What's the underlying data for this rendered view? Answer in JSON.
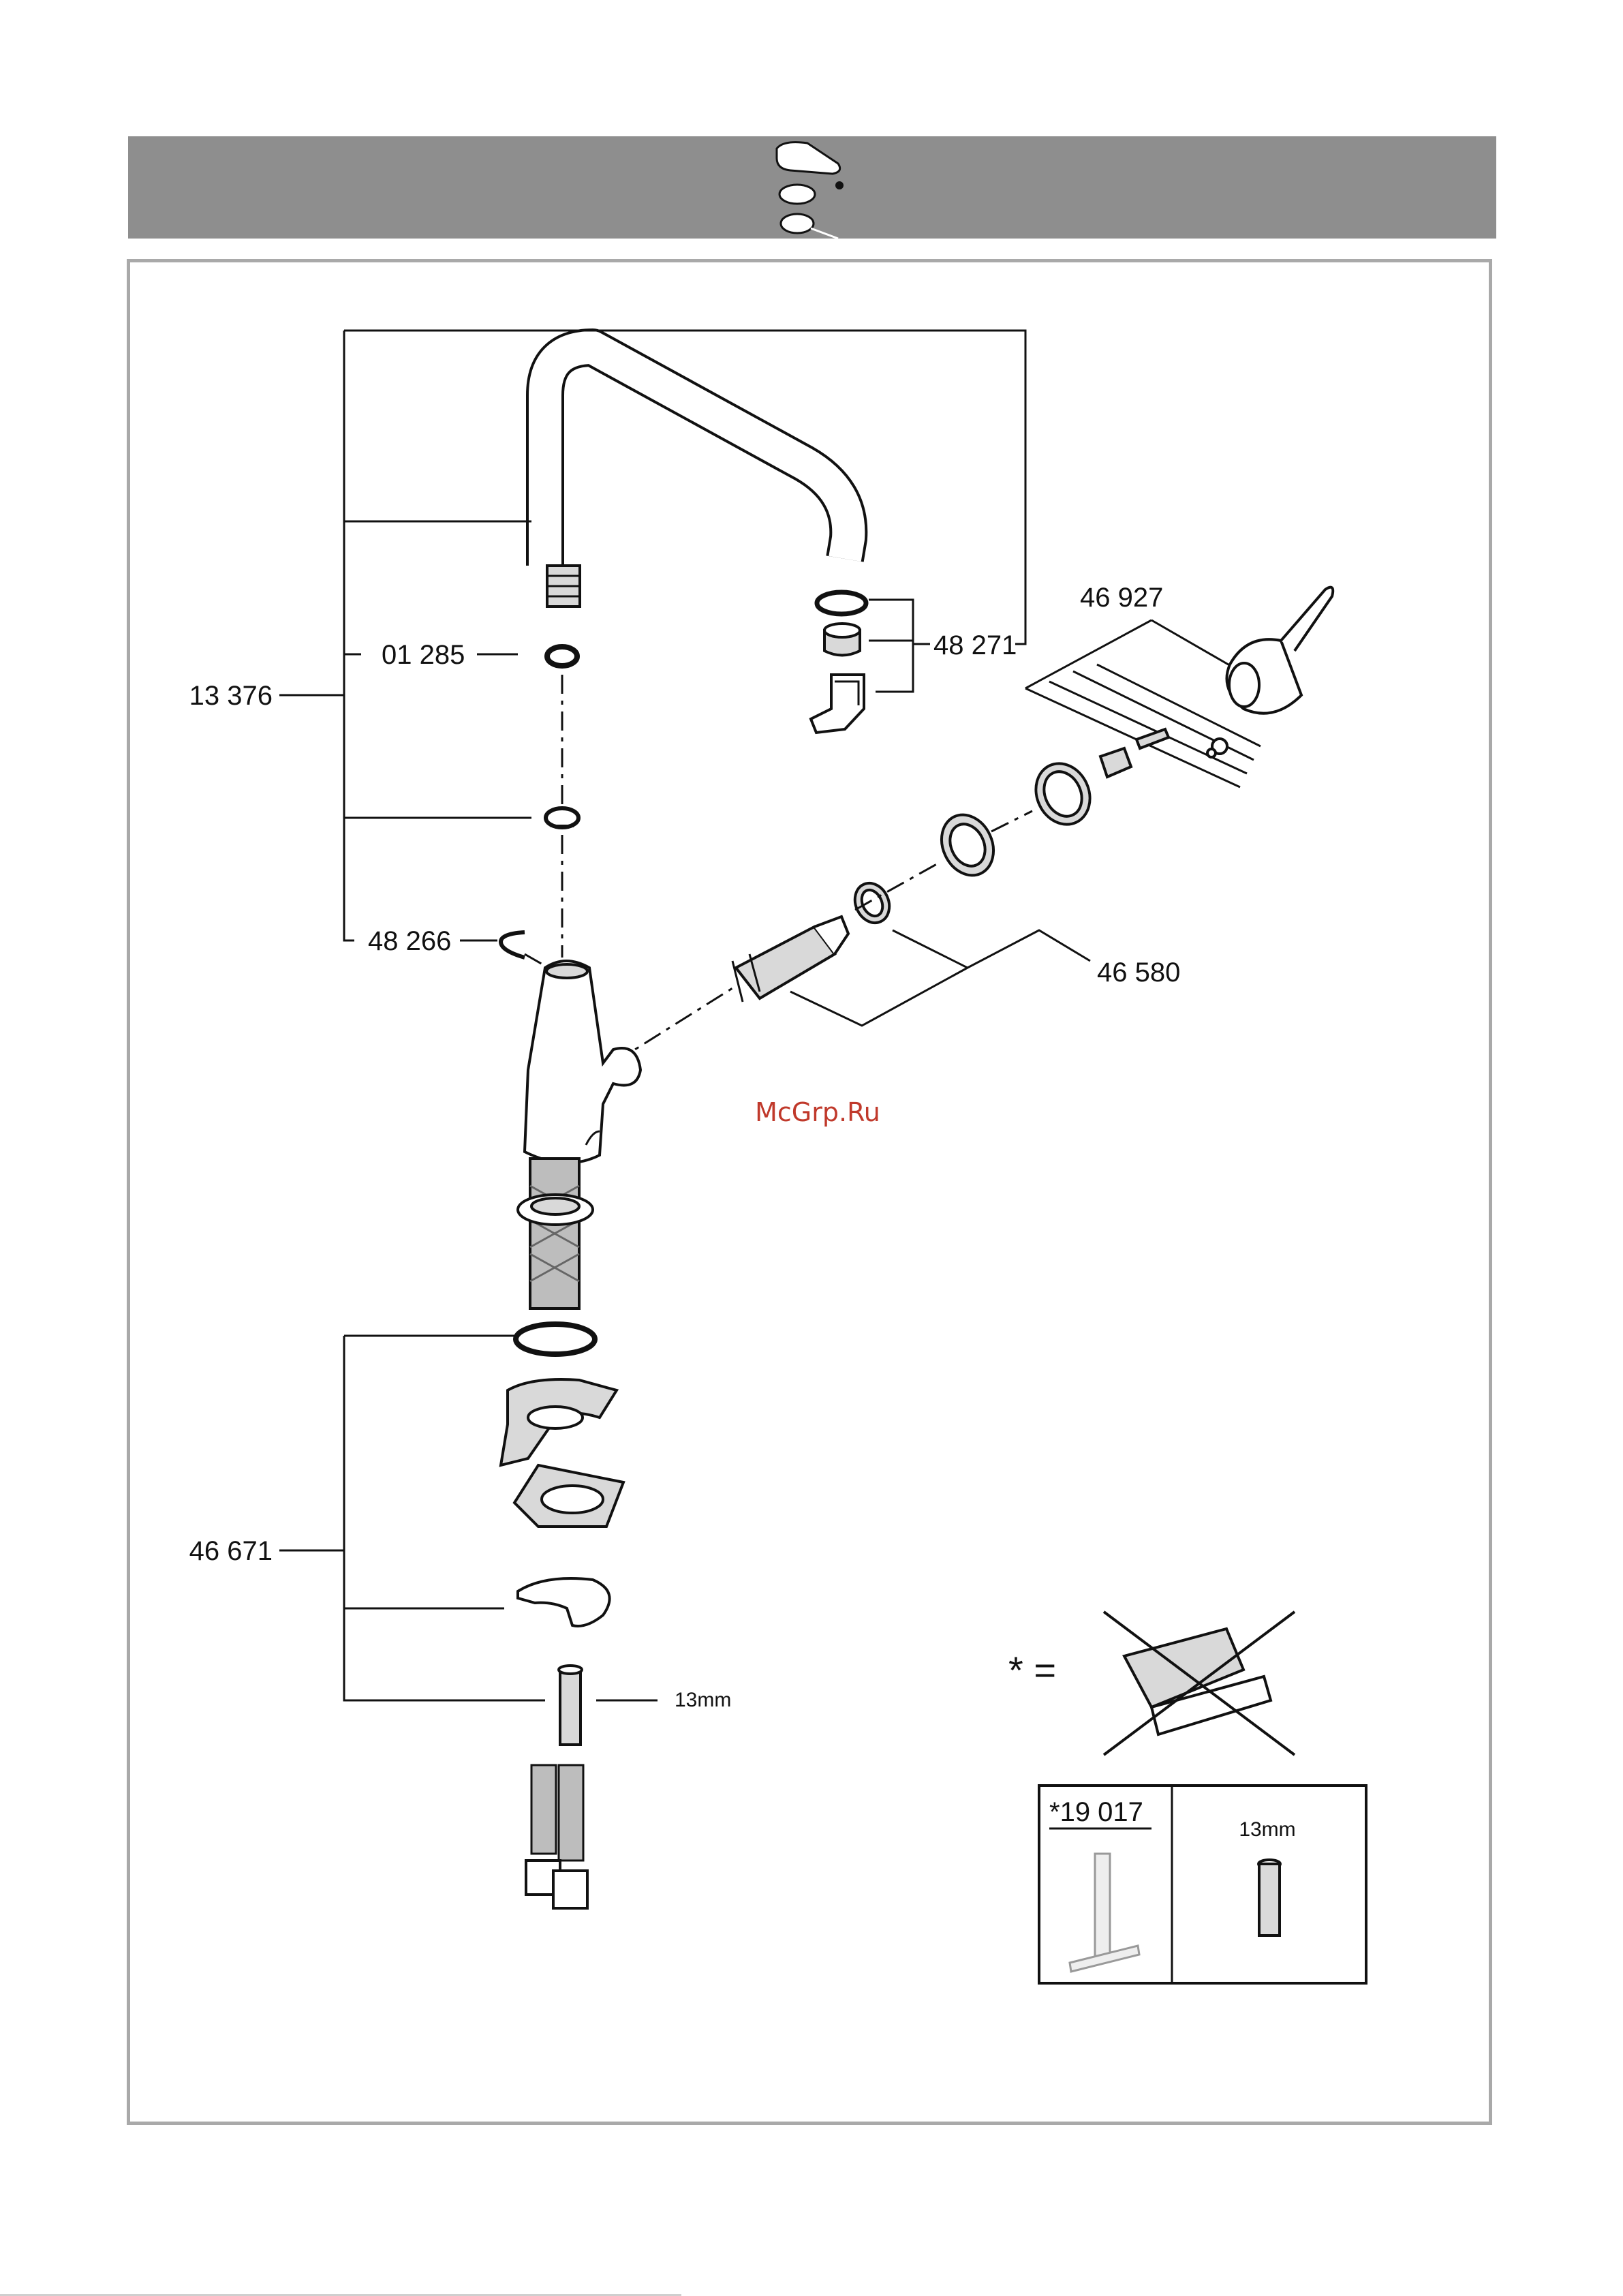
{
  "header": {
    "icon": "faucet-lever-icon"
  },
  "watermark": "McGrp.Ru",
  "parts": {
    "kit_13376": "13 376",
    "oring_01285": "01 285",
    "aerator_48271": "48 271",
    "handle_46927": "46 927",
    "clip_48266": "48 266",
    "cartridge_46580": "46 580",
    "mounting_46671": "46 671",
    "wrench_size": "13mm"
  },
  "legend": {
    "star_equals": "* =",
    "no_tool_icon": "grohe-tool-crossed-icon",
    "tool_code": "*19 017",
    "tool_size": "13mm"
  },
  "colors": {
    "band": "#8e8e8e",
    "frame": "#a9a9a9",
    "watermark": "#c0392b"
  }
}
